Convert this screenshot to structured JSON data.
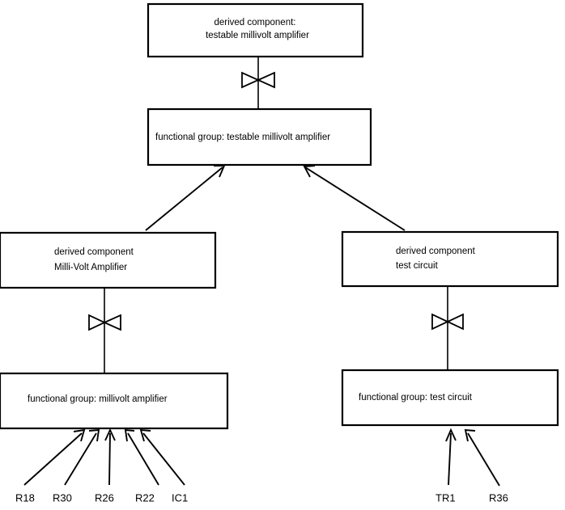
{
  "diagram": {
    "type": "component-hierarchy-diagram",
    "background_color": "#ffffff",
    "line_color": "#000000",
    "boxes": [
      {
        "id": "derived-testable-millivolt-amplifier",
        "line1": "derived component:",
        "line2": "testable millivolt amplifier",
        "align": "center"
      },
      {
        "id": "fg-testable-millivolt-amplifier",
        "line1": "functional group: testable millivolt amplifier",
        "line2": "",
        "align": "left"
      },
      {
        "id": "derived-milli-volt-amplifier",
        "line1": "derived component",
        "line2": "Milli-Volt Amplifier",
        "align": "left"
      },
      {
        "id": "derived-test-circuit",
        "line1": "derived component",
        "line2": "test circuit",
        "align": "left"
      },
      {
        "id": "fg-millivolt-amplifier",
        "line1": "functional group: millivolt amplifier",
        "line2": "",
        "align": "left"
      },
      {
        "id": "fg-test-circuit",
        "line1": "functional group: test circuit",
        "line2": "",
        "align": "left"
      }
    ],
    "leaf_labels_left": [
      {
        "id": "leaf-r18",
        "text": "R18"
      },
      {
        "id": "leaf-r30",
        "text": "R30"
      },
      {
        "id": "leaf-r26",
        "text": "R26"
      },
      {
        "id": "leaf-r22",
        "text": "R22"
      },
      {
        "id": "leaf-ic1",
        "text": "IC1"
      }
    ],
    "leaf_labels_right": [
      {
        "id": "leaf-tr1",
        "text": "TR1"
      },
      {
        "id": "leaf-r36",
        "text": "R36"
      }
    ],
    "connector_symbols": [
      {
        "id": "bowtie-top",
        "kind": "bowtie-realization"
      },
      {
        "id": "bowtie-left",
        "kind": "bowtie-realization"
      },
      {
        "id": "bowtie-right",
        "kind": "bowtie-realization"
      }
    ]
  }
}
